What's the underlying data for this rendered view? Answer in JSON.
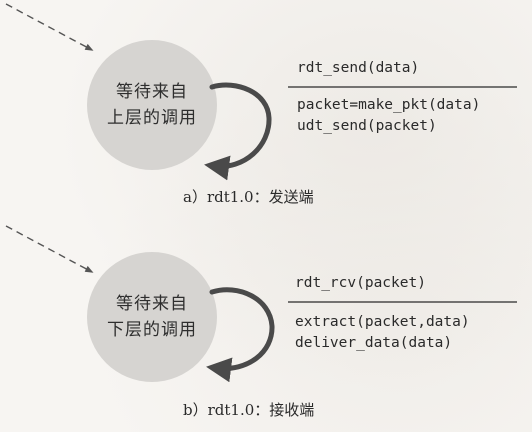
{
  "diagram_a": {
    "state_line1": "等待来自",
    "state_line2": "上层的调用",
    "event": "rdt_send(data)",
    "action1": "packet=make_pkt(data)",
    "action2": "udt_send(packet)",
    "caption": "a）rdt1.0：发送端"
  },
  "diagram_b": {
    "state_line1": "等待来自",
    "state_line2": "下层的调用",
    "event": "rdt_rcv(packet)",
    "action1": "extract(packet,data)",
    "action2": "deliver_data(data)",
    "caption": "b）rdt1.0：接收端"
  },
  "colors": {
    "state_fill": "#d6d4d1",
    "loop_arrow": "#4a4a4a",
    "entry_arrow": "#555555"
  }
}
